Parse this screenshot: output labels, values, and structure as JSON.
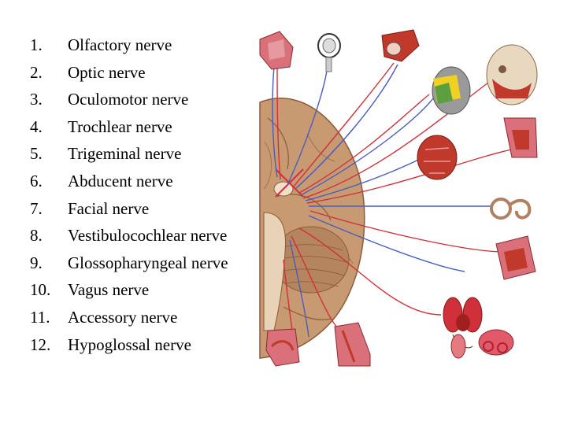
{
  "nerves": [
    {
      "num": "1.",
      "name": "Olfactory nerve"
    },
    {
      "num": "2.",
      "name": "Optic nerve"
    },
    {
      "num": "3.",
      "name": "Oculomotor nerve"
    },
    {
      "num": "4.",
      "name": "Trochlear nerve"
    },
    {
      "num": "5.",
      "name": "Trigeminal nerve"
    },
    {
      "num": "6.",
      "name": "Abducent nerve"
    },
    {
      "num": "7.",
      "name": "Facial nerve"
    },
    {
      "num": "8.",
      "name": "Vestibulocochlear nerve"
    },
    {
      "num": "9.",
      "name": "Glossopharyngeal nerve"
    },
    {
      "num": "10.",
      "name": "Vagus nerve"
    },
    {
      "num": "11.",
      "name": "Accessory nerve"
    },
    {
      "num": "12.",
      "name": "Hypoglossal nerve"
    }
  ],
  "colors": {
    "brain": "#c89a72",
    "brain_dark": "#8a5a3a",
    "flesh": "#d9707a",
    "muscle": "#c0392b",
    "nerve_red": "#d0303a",
    "nerve_blue": "#4a5cc0",
    "background": "#ffffff"
  }
}
